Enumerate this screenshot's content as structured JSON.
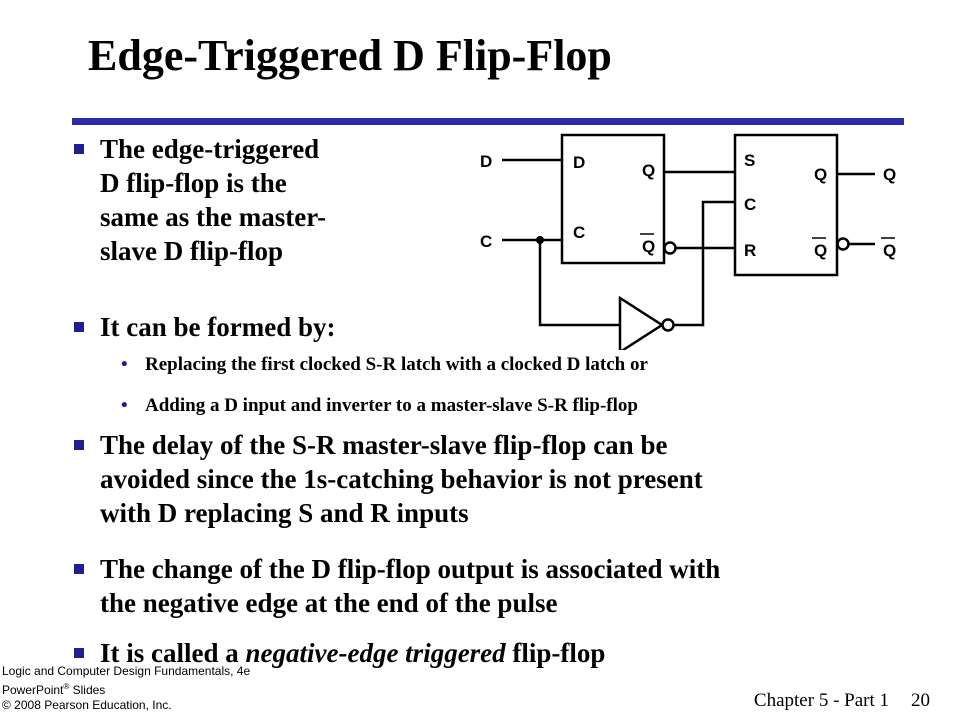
{
  "slide": {
    "title": "Edge-Triggered D Flip-Flop",
    "bullets": [
      {
        "lines": [
          "The edge-triggered",
          "D flip-flop is the",
          "same as the master-",
          "slave D flip-flop"
        ]
      },
      {
        "lines": [
          "It can be formed by:"
        ]
      },
      {
        "lines": [
          "The delay of the S-R master-slave flip-flop can be",
          "avoided since the 1s-catching behavior is not present",
          "with D replacing S and R inputs"
        ]
      },
      {
        "lines": [
          "The change of the D flip-flop output is associated with",
          "the negative edge at the end of the pulse"
        ]
      },
      {
        "prefix": "It is called a ",
        "emph": "negative-edge triggered",
        "suffix": " flip-flop"
      }
    ],
    "subbullets": [
      "Replacing the first clocked S-R latch with a clocked D latch or",
      "Adding a D input and inverter to a master-slave S-R flip-flop"
    ]
  },
  "diagram": {
    "input_d": "D",
    "input_c": "C",
    "latch1": {
      "d": "D",
      "c": "C",
      "q": "Q",
      "qbar": "Q"
    },
    "latch2": {
      "s": "S",
      "c": "C",
      "r": "R",
      "q": "Q",
      "qbar": "Q"
    },
    "output_q": "Q",
    "output_qbar": "Q"
  },
  "footer": {
    "book_line1": "Logic and Computer Design Fundamentals, 4e",
    "book_line2_a": "PowerPoint",
    "book_line2_reg": "®",
    "book_line2_b": " Slides",
    "book_line3": "© 2008 Pearson Education, Inc.",
    "chapter": "Chapter 5 - Part 1",
    "page": "20"
  },
  "colors": {
    "rule": "#2b2ba8",
    "bullet": "#1f1f8f"
  }
}
